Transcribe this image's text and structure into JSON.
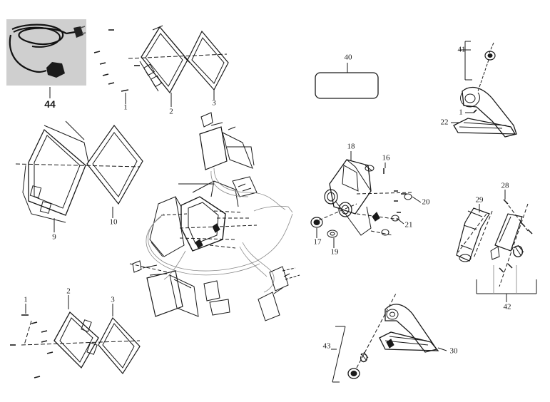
{
  "diagram": {
    "part_labels": {
      "p44": "44",
      "p1_top": "1",
      "p2_top": "2",
      "p3_top": "3",
      "p9": "9",
      "p10": "10",
      "p1_bottom": "1",
      "p2_bottom": "2",
      "p3_bottom": "3",
      "p40": "40",
      "p18": "18",
      "p16": "16",
      "p20": "20",
      "p21": "21",
      "p17": "17",
      "p19": "19",
      "p41": "41",
      "p1_right": "1",
      "p22": "22",
      "p28": "28",
      "p29": "29",
      "p42": "42",
      "p43": "43",
      "p30": "30"
    },
    "colors": {
      "line": "#1a1a1a",
      "photo_bg": "#cfcfcf",
      "cable": "#111111"
    }
  }
}
